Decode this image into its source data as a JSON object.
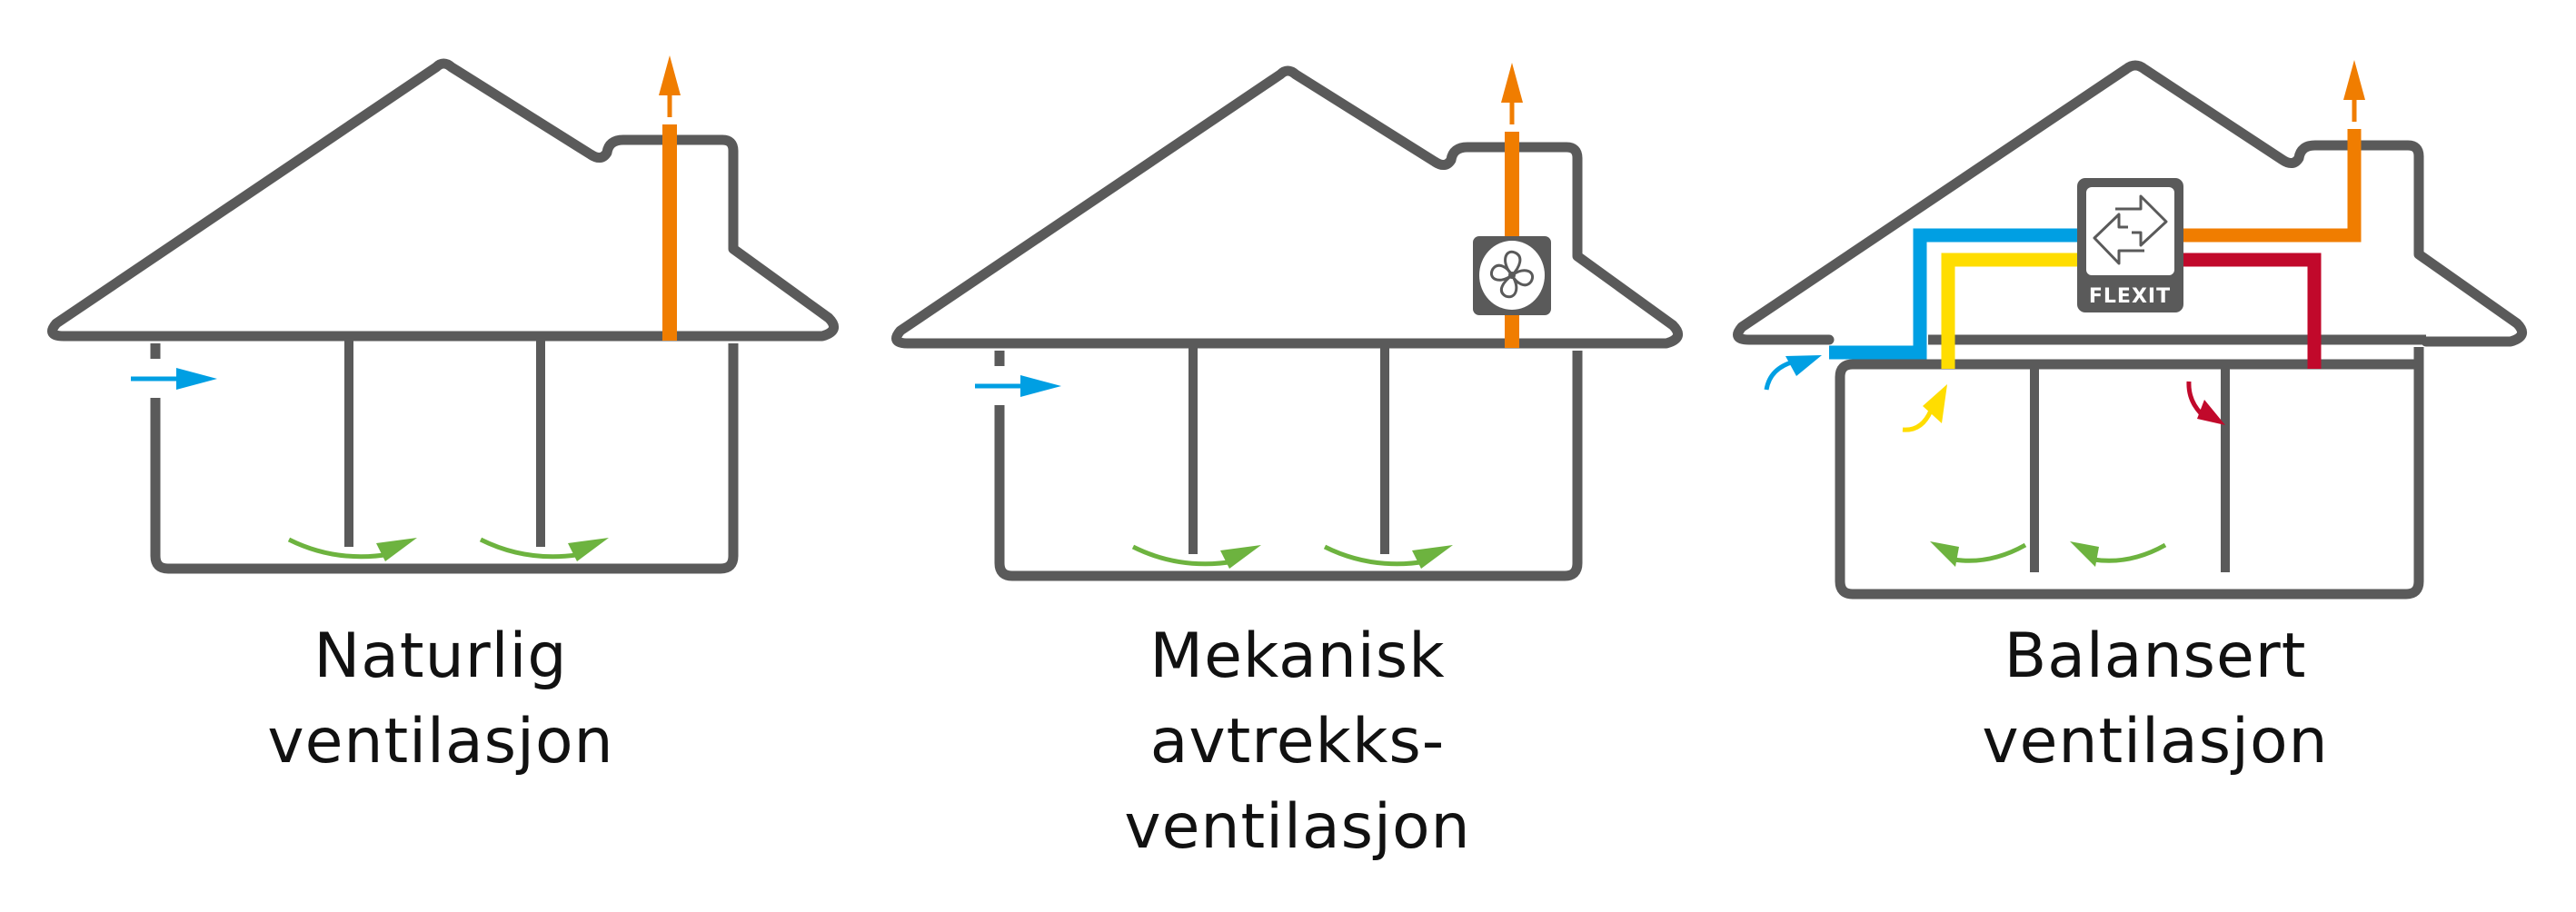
{
  "colors": {
    "outline": "#5a5a5a",
    "exhaust": "#f07d00",
    "fresh_air": "#009fe3",
    "supply": "#ffdd00",
    "extract": "#c1092b",
    "internal_flow": "#6db33f"
  },
  "panels": [
    {
      "id": "naturlig",
      "title_lines": [
        "Naturlig",
        "ventilasjon"
      ],
      "device": "none",
      "flows": [
        "fresh-air-inlet-arrow",
        "internal-flow-arrows-right",
        "exhaust-up-arrow"
      ]
    },
    {
      "id": "mekanisk",
      "title_lines": [
        "Mekanisk",
        "avtrekks-",
        "ventilasjon"
      ],
      "device": "fan-icon",
      "flows": [
        "fresh-air-inlet-arrow",
        "internal-flow-arrows-right",
        "exhaust-up-arrow"
      ]
    },
    {
      "id": "balansert",
      "title_lines": [
        "Balansert",
        "ventilasjon"
      ],
      "device": "heat-exchanger-icon",
      "device_brand": "FLEXIT",
      "flows": [
        "fresh-air-intake-pipe",
        "supply-air-pipe",
        "extract-air-pipe",
        "exhaust-pipe",
        "internal-flow-arrows-left"
      ]
    }
  ]
}
